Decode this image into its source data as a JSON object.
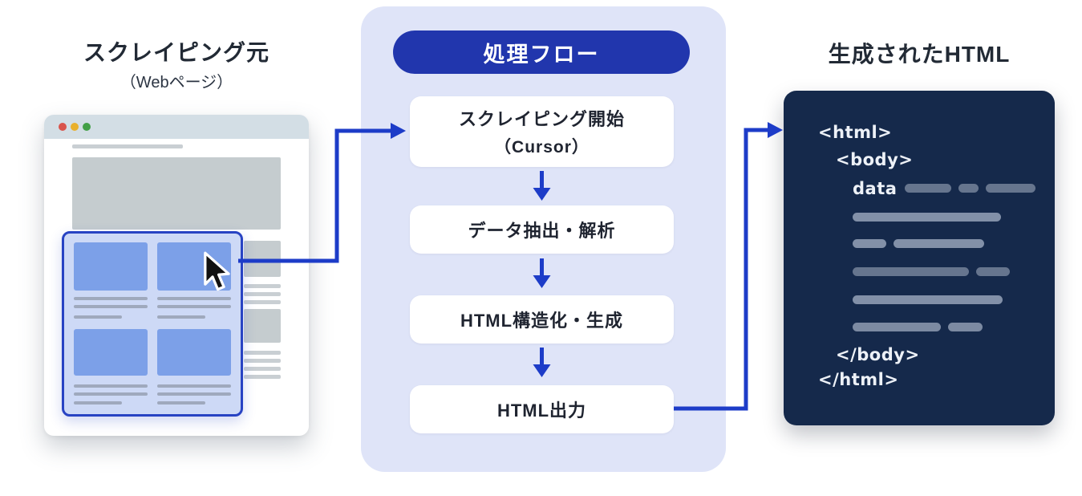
{
  "source": {
    "title": "スクレイピング元",
    "subtitle": "（Webページ）"
  },
  "flow": {
    "header": "処理フロー",
    "steps": [
      {
        "label": "スクレイピング開始",
        "sublabel": "（Cursor）"
      },
      {
        "label": "データ抽出・解析"
      },
      {
        "label": "HTML構造化・生成"
      },
      {
        "label": "HTML出力"
      }
    ]
  },
  "output": {
    "title": "生成されたHTML",
    "code_lines": {
      "html_open": "<html>",
      "body_open": "<body>",
      "data_label": "data",
      "body_close": "</body>",
      "html_close": "</html>"
    }
  },
  "colors": {
    "accent_blue": "#1d3cc8",
    "flow_panel": "#dfe4f8",
    "pill_blue": "#2136ad",
    "code_background": "#15294b",
    "selection_fill": "#cdd9f6",
    "selection_border": "#2843c3",
    "card_image_blue": "#7ca0e8",
    "placeholder_gray": "#c5cccf"
  }
}
